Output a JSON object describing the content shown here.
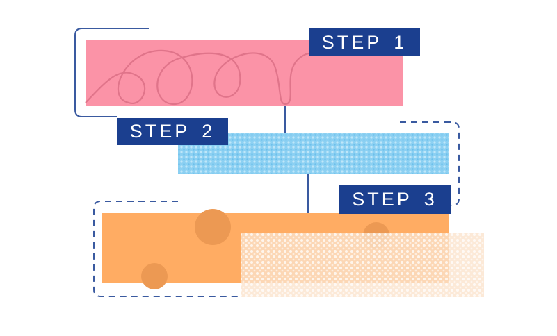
{
  "diagram": {
    "steps": [
      {
        "label": "STEP 1",
        "color": "#fb93a7"
      },
      {
        "label": "STEP 2",
        "color": "#8cd0f2"
      },
      {
        "label": "STEP 3",
        "color": "#ffac63"
      }
    ],
    "frame_color": "#3a5aa0",
    "label_background": "#1b3f8f"
  }
}
